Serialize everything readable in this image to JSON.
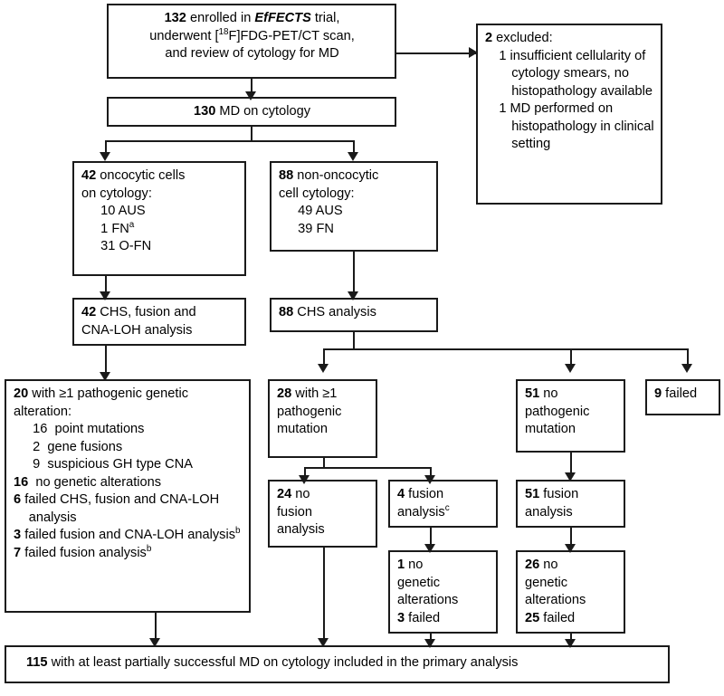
{
  "figure": {
    "type": "flowchart",
    "title": "CONSORT-style participant flow diagram of the EfFECTS trial molecular diagnostics workflow"
  },
  "nodes": {
    "enrolled": {
      "id": "enrolled",
      "count": "132",
      "line1_rest": " enrolled in ",
      "trial_name": "EfFECTS",
      "line1_tail": " trial,",
      "line2_a": "underwent [",
      "line2_sup": "18",
      "line2_b": "F]FDG-PET/CT scan,",
      "line3": "and review of cytology for MD"
    },
    "excluded": {
      "id": "excluded",
      "count": "2",
      "label": " excluded:",
      "item1_count": "1",
      "item1_text": " insufficient cellularity of cytology smears, no histopathology available",
      "item2_count": "1",
      "item2_text": " MD performed on histopathology in clinical setting"
    },
    "md_cytology": {
      "id": "md-on-cytology",
      "count": "130",
      "label": " MD on cytology"
    },
    "oncocytic": {
      "id": "oncocytic-cells",
      "count": "42",
      "line1": " oncocytic cells",
      "line2": "on cytology:",
      "items": [
        "10 AUS",
        "1 FN",
        "31 O-FN"
      ],
      "item2_sup": "a"
    },
    "non_oncocytic": {
      "id": "non-oncocytic-cells",
      "count": "88",
      "line1": " non-oncocytic",
      "line2": "cell cytology:",
      "items": [
        "49 AUS",
        "39 FN"
      ]
    },
    "chs42": {
      "id": "chs-fusion-cna-loh-42",
      "count": "42",
      "line1": " CHS, fusion and",
      "line2": "CNA-LOH analysis"
    },
    "chs88": {
      "id": "chs-analysis-88",
      "count": "88",
      "label": " CHS analysis"
    },
    "alt20": {
      "id": "pathogenic-genetic-alteration-20",
      "count": "20",
      "line1": " with ≥1 pathogenic genetic",
      "line2": "alteration:",
      "sub_items": [
        {
          "count": "16",
          "text": "point mutations"
        },
        {
          "count": "2",
          "text": "gene fusions"
        },
        {
          "count": "9",
          "text": "suspicious GH type CNA"
        }
      ],
      "rows": [
        {
          "count": "16",
          "text": "no genetic alterations",
          "sup": ""
        },
        {
          "count": "6",
          "text": "failed CHS, fusion and CNA-LOH analysis",
          "sup": ""
        },
        {
          "count": "3",
          "text": "failed fusion and CNA-LOH analysis",
          "sup": "b"
        },
        {
          "count": "7",
          "text": "failed fusion analysis",
          "sup": "b"
        }
      ]
    },
    "mut28": {
      "id": "pathogenic-mutation-28",
      "count": "28",
      "line1": " with ≥1",
      "line2": "pathogenic",
      "line3": "mutation"
    },
    "nomut51": {
      "id": "no-pathogenic-mutation-51",
      "count": "51",
      "line1": " no",
      "line2": "pathogenic",
      "line3": "mutation"
    },
    "failed9": {
      "id": "failed-9",
      "count": "9",
      "label": " failed"
    },
    "nofusion24": {
      "id": "no-fusion-analysis-24",
      "count": "24",
      "line1": " no",
      "line2": "fusion",
      "line3": "analysis"
    },
    "fusion4": {
      "id": "fusion-analysis-4",
      "count": "4",
      "line1": " fusion",
      "line2": "analysis",
      "sup": "c"
    },
    "fusion51": {
      "id": "fusion-analysis-51",
      "count": "51",
      "line1": " fusion",
      "line2": "analysis"
    },
    "noalt1": {
      "id": "no-genetic-alterations-1",
      "count": "1",
      "line1": " no",
      "line2": "genetic",
      "line3": "alterations",
      "failed_count": "3",
      "failed_label": " failed"
    },
    "noalt26": {
      "id": "no-genetic-alterations-26",
      "count": "26",
      "line1": " no",
      "line2": "genetic",
      "line3": "alterations",
      "failed_count": "25",
      "failed_label": " failed"
    },
    "final115": {
      "id": "final-included-115",
      "count": "115",
      "label": " with at least partially successful MD on cytology included in the primary analysis"
    }
  },
  "colors": {
    "stroke": "#1a1a1a",
    "background": "#ffffff",
    "text": "#000000"
  }
}
